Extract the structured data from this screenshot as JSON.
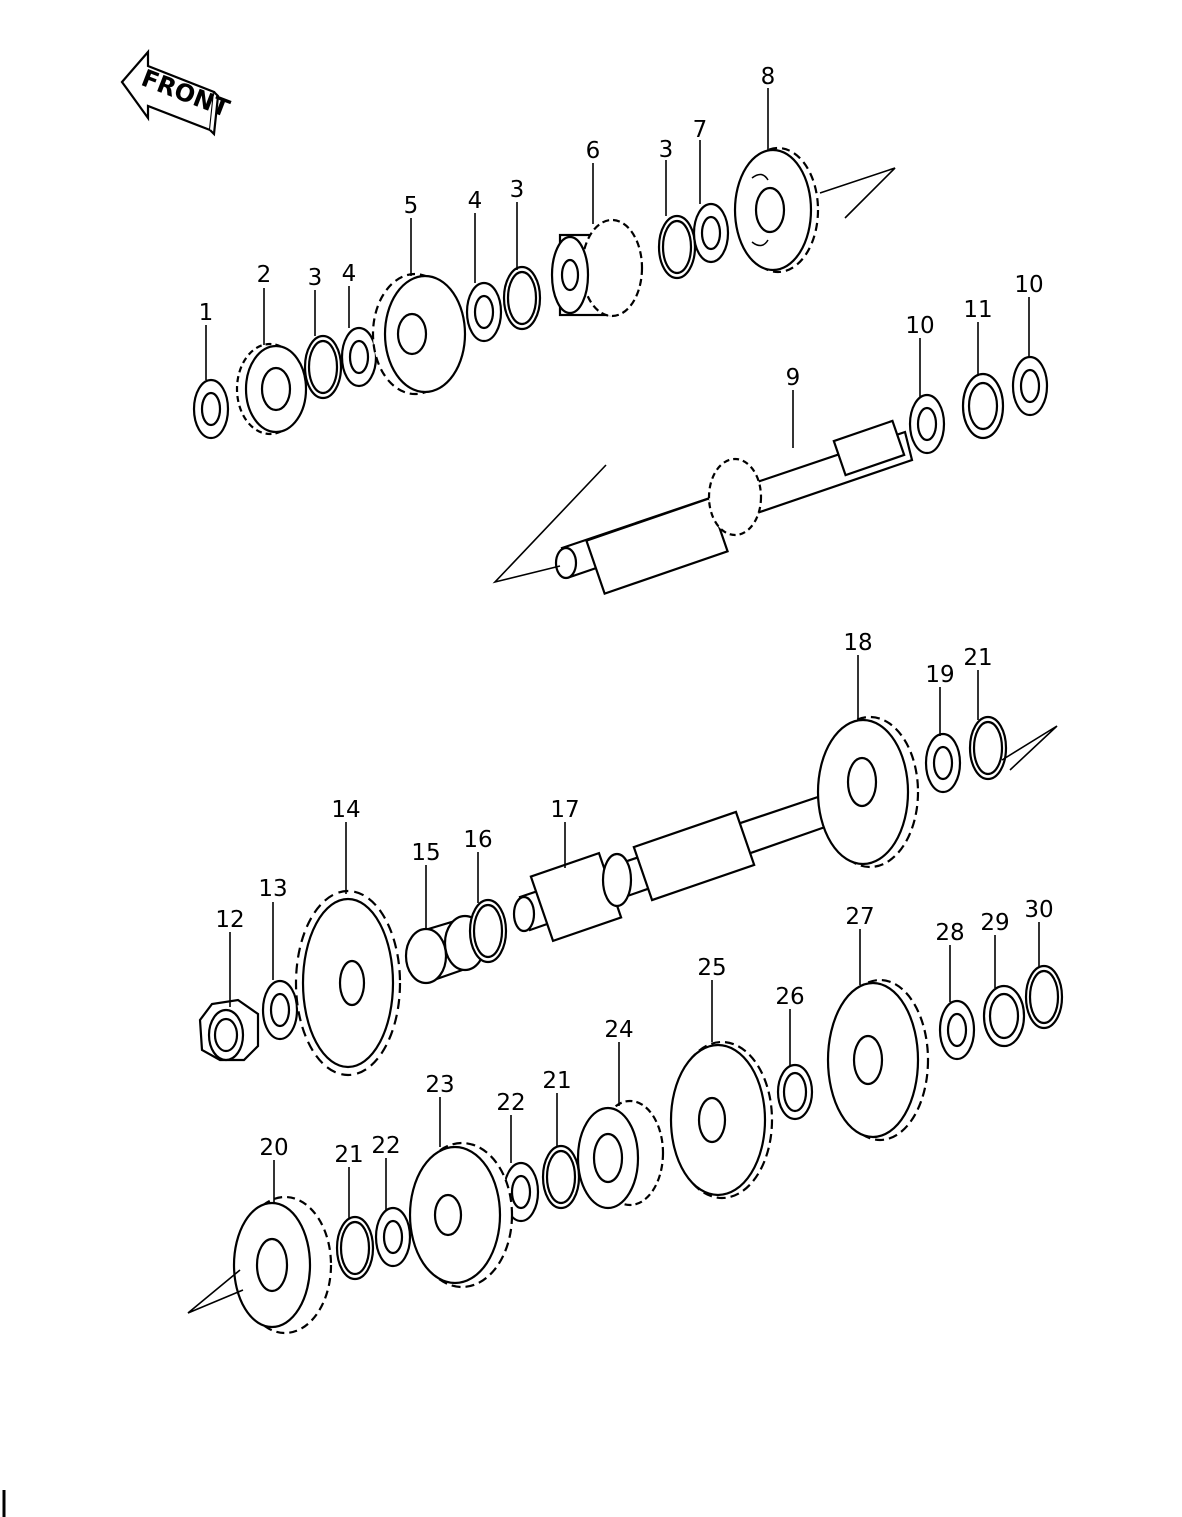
{
  "diagram": {
    "front_label": "FRONT",
    "callouts": [
      {
        "id": "c1",
        "text": "1"
      },
      {
        "id": "c2",
        "text": "2"
      },
      {
        "id": "c3a",
        "text": "3"
      },
      {
        "id": "c4a",
        "text": "4"
      },
      {
        "id": "c5",
        "text": "5"
      },
      {
        "id": "c4b",
        "text": "4"
      },
      {
        "id": "c3b",
        "text": "3"
      },
      {
        "id": "c6",
        "text": "6"
      },
      {
        "id": "c3c",
        "text": "3"
      },
      {
        "id": "c7",
        "text": "7"
      },
      {
        "id": "c8",
        "text": "8"
      },
      {
        "id": "c9",
        "text": "9"
      },
      {
        "id": "c10a",
        "text": "10"
      },
      {
        "id": "c11",
        "text": "11"
      },
      {
        "id": "c10b",
        "text": "10"
      },
      {
        "id": "c18",
        "text": "18"
      },
      {
        "id": "c19",
        "text": "19"
      },
      {
        "id": "c21a",
        "text": "21"
      },
      {
        "id": "c17",
        "text": "17"
      },
      {
        "id": "c14",
        "text": "14"
      },
      {
        "id": "c15",
        "text": "15"
      },
      {
        "id": "c16",
        "text": "16"
      },
      {
        "id": "c13",
        "text": "13"
      },
      {
        "id": "c12",
        "text": "12"
      },
      {
        "id": "c27",
        "text": "27"
      },
      {
        "id": "c28",
        "text": "28"
      },
      {
        "id": "c29",
        "text": "29"
      },
      {
        "id": "c30",
        "text": "30"
      },
      {
        "id": "c25",
        "text": "25"
      },
      {
        "id": "c26",
        "text": "26"
      },
      {
        "id": "c24",
        "text": "24"
      },
      {
        "id": "c23",
        "text": "23"
      },
      {
        "id": "c21b",
        "text": "21"
      },
      {
        "id": "c22a",
        "text": "22"
      },
      {
        "id": "c20",
        "text": "20"
      },
      {
        "id": "c21c",
        "text": "21"
      },
      {
        "id": "c22b",
        "text": "22"
      }
    ]
  }
}
